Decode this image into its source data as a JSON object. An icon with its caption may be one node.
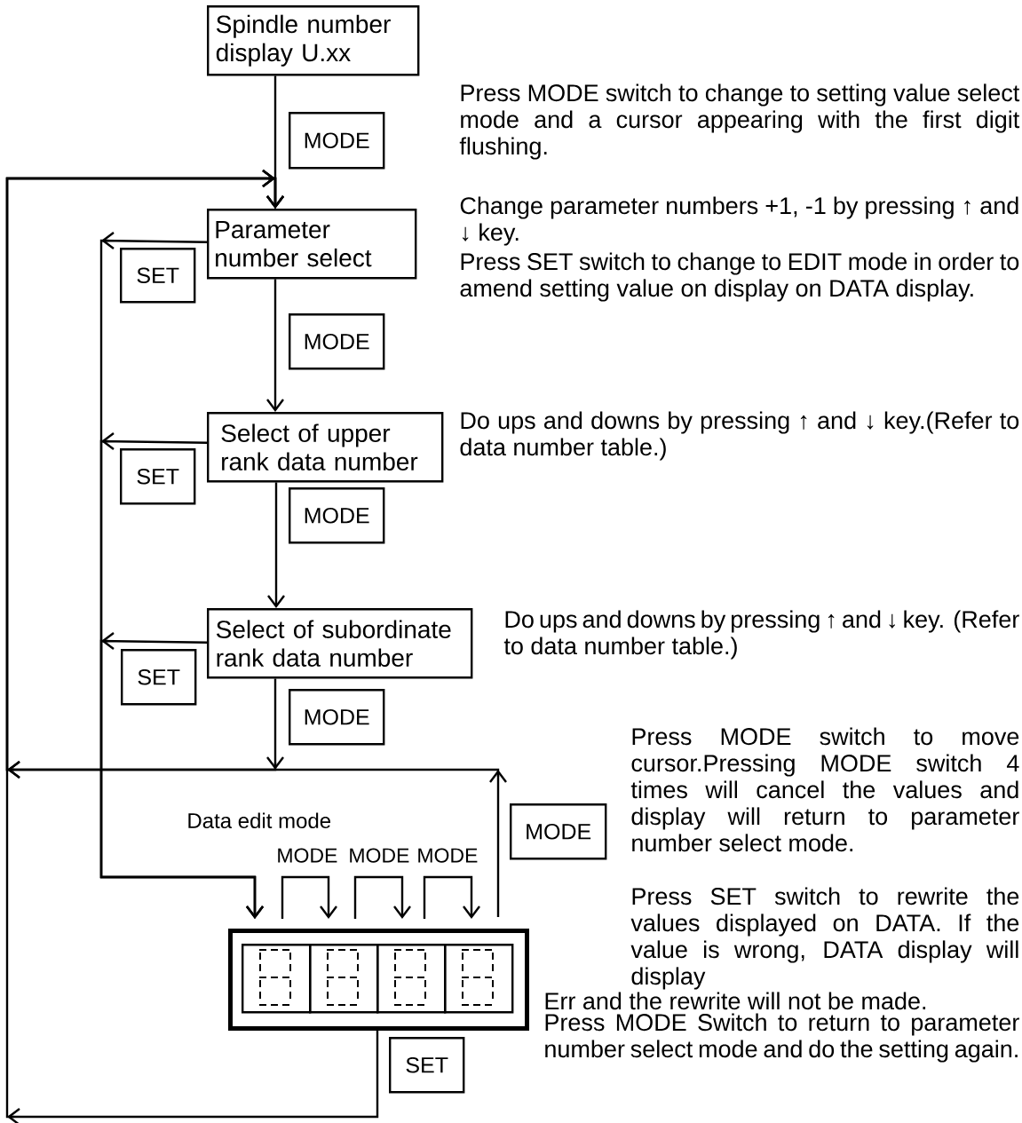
{
  "diagram": {
    "nodes": [
      {
        "text": [
          "Spindle number display U.xx"
        ]
      },
      {
        "text": [
          "Parameter number select"
        ]
      },
      {
        "text": [
          "Select of upper rank data number"
        ]
      },
      {
        "text": [
          "Select of subordinate rank data number"
        ]
      },
      {
        "text": [],
        "shape": "box"
      },
      {
        "text": [],
        "shape": "box",
        "in": 4
      },
      {
        "text": [],
        "shape": "box",
        "in": 4
      },
      {
        "text": [],
        "shape": "box",
        "in": 4
      },
      {
        "text": [],
        "shape": "box",
        "in": 4
      },
      {
        "text": [
          "MODE"
        ]
      },
      {
        "text": [
          "SET"
        ]
      },
      {
        "text": [
          "MODE"
        ]
      },
      {
        "text": [
          "SET"
        ]
      },
      {
        "text": [
          "MODE"
        ]
      },
      {
        "text": [
          "SET"
        ]
      },
      {
        "text": [
          "MODE"
        ]
      },
      {
        "text": [
          "MODE"
        ]
      },
      {
        "text": [
          "SET"
        ]
      }
    ],
    "edges": [
      {
        "from": 0,
        "to": 1,
        "arrow": "to"
      },
      {
        "from": 1,
        "to": 2,
        "arrow": "to"
      },
      {
        "from": 2,
        "to": 3,
        "arrow": "to"
      },
      {
        "from": 3,
        "to": 1,
        "arrow": "to"
      },
      {
        "from": 1,
        "to": 5,
        "arrow": "to"
      },
      {
        "from": 2,
        "to": 5,
        "arrow": "to"
      },
      {
        "from": 3,
        "to": 5,
        "arrow": "to"
      },
      {
        "from": 5,
        "to": 6,
        "arrow": "to"
      },
      {
        "from": 6,
        "to": 7,
        "arrow": "to"
      },
      {
        "from": 7,
        "to": 8,
        "arrow": "to"
      },
      {
        "from": 4,
        "to": 1,
        "arrow": "to"
      },
      {
        "from": 4,
        "to": 1,
        "arrow": "to"
      }
    ],
    "labels": [
      "Press MODE switch to change to setting value select mode and a cursor appearing with the first digit flushing.",
      "Change parameter numbers +1, -1 by pressing ↑ and ↓ key.",
      "Press SET switch to change to EDIT mode in order to amend setting value on display on DATA display.",
      "Do ups and downs by pressing ↑ and ↓ key.(Refer to data number table.)",
      "Do ups and downs by pressing ↑ and ↓ key. (Refer to data number table.)",
      "Press MODE switch to move cursor.Pressing MODE switch 4 times will cancel the values and display will return to parameter number select mode.",
      "Data edit mode",
      "MODE",
      "MODE",
      "MODE",
      "Press SET switch to rewrite the values displayed on DATA. If the value is wrong, DATA display will display",
      "Err and the rewrite will not be made.",
      "Press MODE Switch to return to parameter number select mode and do the setting again."
    ]
  }
}
